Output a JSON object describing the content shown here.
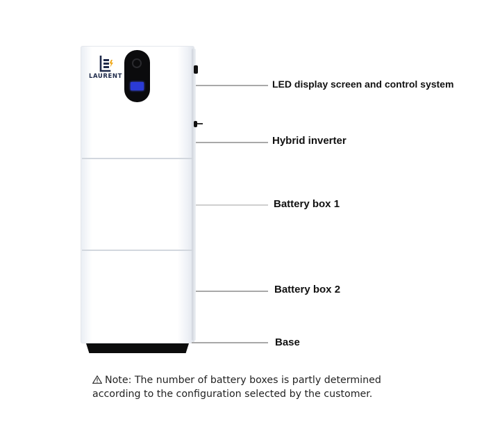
{
  "product": {
    "brand": "LAURENT"
  },
  "labels": {
    "led": "LED display screen and control system",
    "inverter": "Hybrid inverter",
    "battery_box_1": "Battery box 1",
    "battery_box_2": "Battery box 2",
    "base": "Base"
  },
  "note": {
    "icon": "warning-icon",
    "line1": "Note: The number of battery boxes is partly determined",
    "line2": "according to the configuration selected by the customer."
  },
  "colors": {
    "logo_blue": "#1e2a4a",
    "logo_accent": "#f0a818",
    "screen_blue": "#2b3bd6",
    "leader_line": "#a8a8a8"
  }
}
